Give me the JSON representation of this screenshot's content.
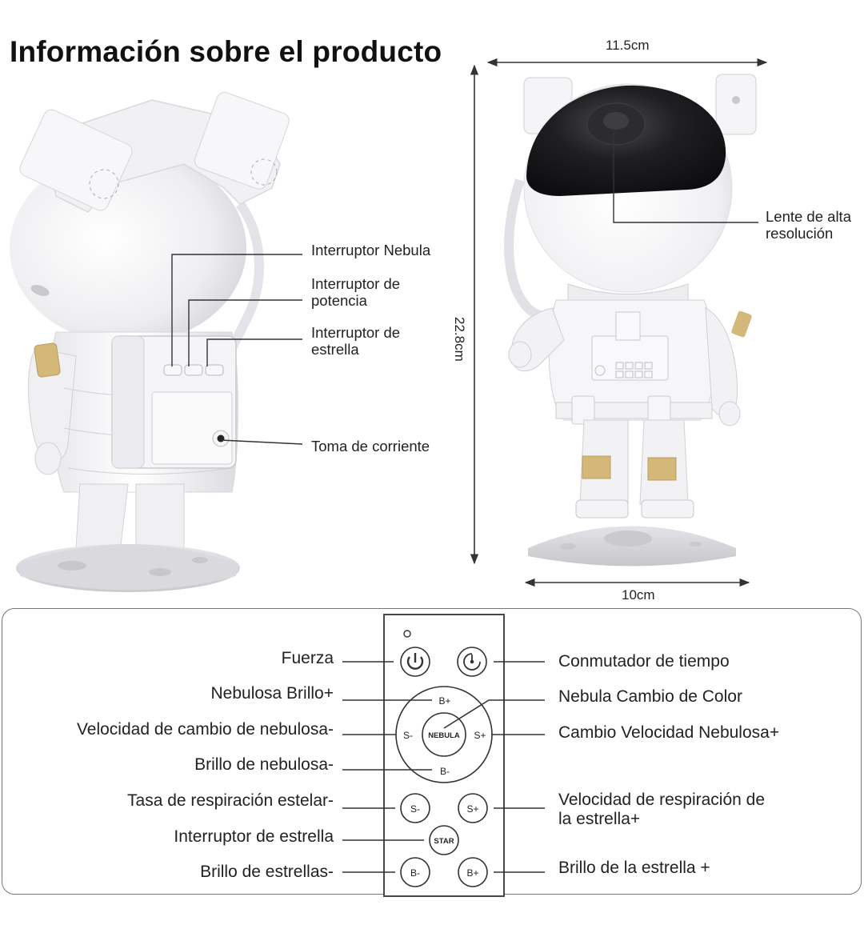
{
  "header": {
    "title": "Información sobre el producto"
  },
  "dimensions": {
    "width_top": "11.5cm",
    "height": "22.8cm",
    "width_base": "10cm"
  },
  "back_view": {
    "callouts": [
      {
        "id": "nebula-switch",
        "label": "Interruptor Nebula"
      },
      {
        "id": "power-switch",
        "label_line1": "Interruptor de",
        "label_line2": "potencia"
      },
      {
        "id": "star-switch",
        "label_line1": "Interruptor de",
        "label_line2": "estrella"
      },
      {
        "id": "power-socket",
        "label": "Toma de corriente"
      }
    ]
  },
  "front_view": {
    "callouts": [
      {
        "id": "lens",
        "label_line1": "Lente de alta",
        "label_line2": "resolución"
      }
    ]
  },
  "remote": {
    "buttons": {
      "power_icon": "power-icon",
      "timer_icon": "timer-icon",
      "nebula_b_plus": "B+",
      "nebula_b_minus": "B-",
      "nebula_s_minus": "S-",
      "nebula_s_plus": "S+",
      "nebula_center": "NEBULA",
      "star_s_minus": "S-",
      "star_s_plus": "S+",
      "star": "STAR",
      "star_b_minus": "B-",
      "star_b_plus": "B+"
    },
    "left_labels": [
      "Fuerza",
      "Nebulosa Brillo+",
      "Velocidad de cambio de nebulosa-",
      "Brillo de nebulosa-",
      "Tasa de respiración estelar-",
      "Interruptor de estrella",
      "Brillo de estrellas-"
    ],
    "right_labels": [
      "Conmutador de tiempo",
      "Nebula Cambio de Color",
      "Cambio Velocidad Nebulosa+",
      "Velocidad de respiración de",
      "la estrella+",
      "Brillo de la estrella +"
    ]
  },
  "colors": {
    "text": "#222222",
    "line": "#333333",
    "helmet_visor": "#1b1b1b",
    "accent_gold": "#d4b87a",
    "body_white": "#f2f2f4",
    "moon_gray": "#d8d8dc"
  }
}
